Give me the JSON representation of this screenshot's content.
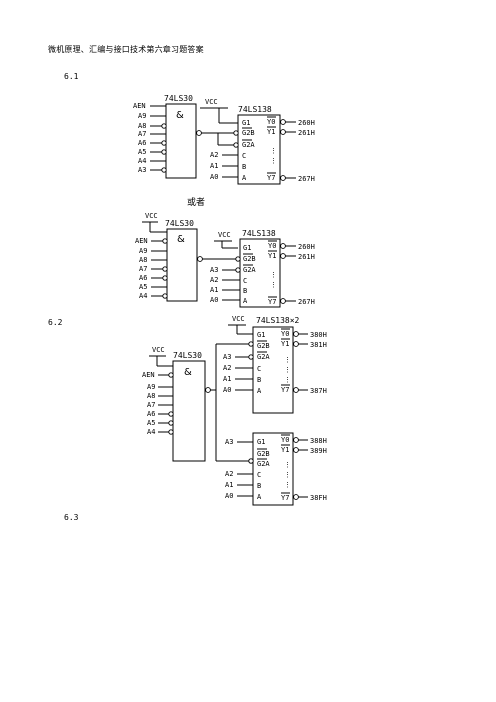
{
  "page": {
    "title": "微机原理、汇编与接口技术第六章习题答案"
  },
  "sections": {
    "s1": "6.1",
    "s2": "6.2",
    "s3": "6.3"
  },
  "common": {
    "nand_chip": "74LS30",
    "decoder_chip": "74LS138",
    "decoder_chip_x2": "74LS138×2",
    "and_symbol": "&",
    "vcc": "VCC",
    "g1": "G1",
    "g2b": "G2B",
    "g2a": "G2A",
    "c": "C",
    "b": "B",
    "a": "A",
    "y0": "Y0",
    "y1": "Y1",
    "y7": "Y7",
    "dots": "⋮"
  },
  "fig1": {
    "inputs": [
      "AEN",
      "A9",
      "A8",
      "A7",
      "A6",
      "A5",
      "A4",
      "A3"
    ],
    "abc": [
      "A2",
      "A1",
      "A0"
    ],
    "outputs": [
      "260H",
      "261H",
      "267H"
    ]
  },
  "or_label": "或者",
  "fig2": {
    "inputs": [
      "AEN",
      "A9",
      "A8",
      "A7",
      "A6",
      "A5",
      "A4"
    ],
    "g2a_in": "A3",
    "abc": [
      "A2",
      "A1",
      "A0"
    ],
    "outputs": [
      "260H",
      "261H",
      "267H"
    ]
  },
  "fig3": {
    "inputs": [
      "AEN",
      "A9",
      "A8",
      "A7",
      "A6",
      "A5",
      "A4"
    ],
    "top_abc": [
      "A3",
      "A2",
      "A1",
      "A0"
    ],
    "bot_g1_in": "A3",
    "bot_abc": [
      "A2",
      "A1",
      "A0"
    ],
    "top_outputs": [
      "380H",
      "381H",
      "387H"
    ],
    "bot_outputs": [
      "388H",
      "389H",
      "38FH"
    ]
  }
}
